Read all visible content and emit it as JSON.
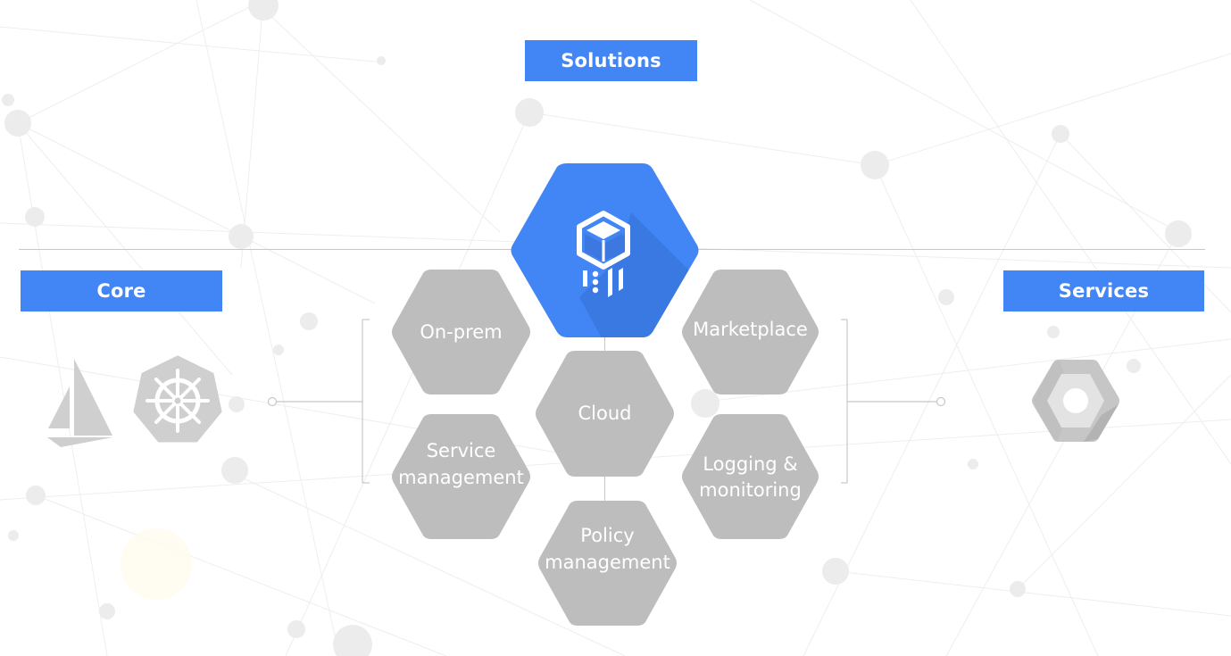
{
  "labels": {
    "solutions": "Solutions",
    "core": "Core",
    "services": "Services"
  },
  "center_hex": {
    "icon": "anthos-cube-icon"
  },
  "hexes": [
    {
      "id": "on-prem",
      "lines": [
        "On-prem"
      ]
    },
    {
      "id": "service-management",
      "lines": [
        "Service",
        "management"
      ]
    },
    {
      "id": "cloud",
      "lines": [
        "Cloud"
      ]
    },
    {
      "id": "policy-management",
      "lines": [
        "Policy",
        "management"
      ]
    },
    {
      "id": "marketplace",
      "lines": [
        "Marketplace"
      ]
    },
    {
      "id": "logging-monitoring",
      "lines": [
        "Logging &",
        "monitoring"
      ]
    }
  ],
  "core_icons": [
    "istio-sail-icon",
    "kubernetes-helm-icon"
  ],
  "services_icons": [
    "compute-engine-hex-icon"
  ],
  "colors": {
    "accent_blue": "#4285f4",
    "hex_grey": "#bdbdbd",
    "connector_grey": "#c8c8c8"
  }
}
